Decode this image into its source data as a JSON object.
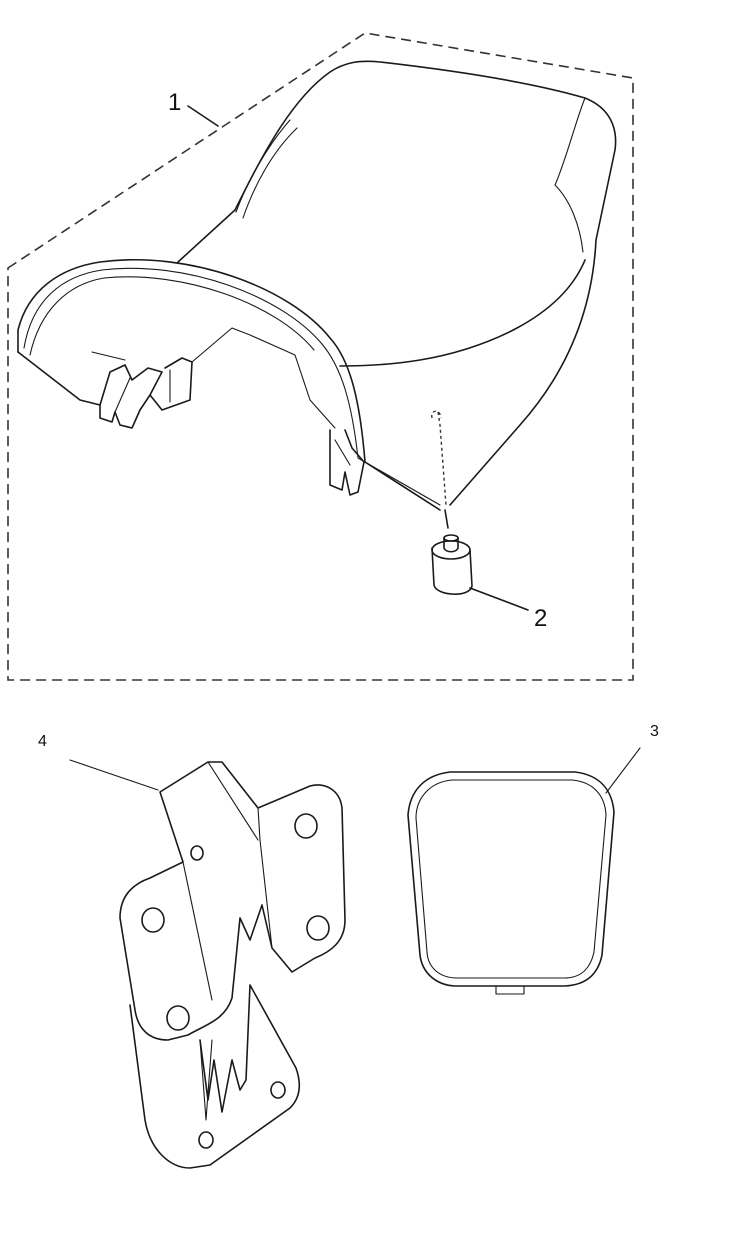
{
  "callouts": [
    {
      "number": "1",
      "part": "seat"
    },
    {
      "number": "2",
      "part": "seat-bumper"
    },
    {
      "number": "3",
      "part": "seat-cover-pad"
    },
    {
      "number": "4",
      "part": "mounting-bracket"
    }
  ],
  "colors": {
    "line": "#1a1a1a",
    "background": "#ffffff"
  }
}
